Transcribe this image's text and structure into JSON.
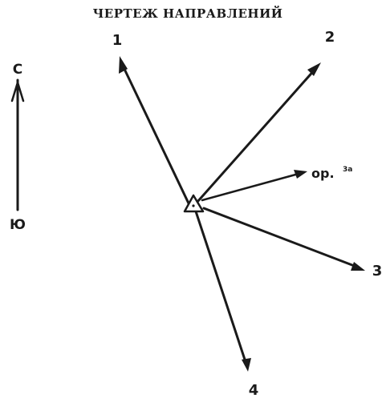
{
  "title": "ЧЕРТЕЖ НАПРАВЛЕНИЙ",
  "compass": {
    "north_label": "С",
    "south_label": "Ю"
  },
  "directions": [
    {
      "id": "1",
      "label": "1"
    },
    {
      "id": "2",
      "label": "2"
    },
    {
      "id": "3",
      "label": "3"
    },
    {
      "id": "4",
      "label": "4"
    },
    {
      "id": "or",
      "label": "ор.",
      "sublabel": "3a"
    }
  ],
  "station_symbol": "triangle-with-dot",
  "colors": {
    "ink": "#1a1a1a",
    "background": "#ffffff"
  }
}
